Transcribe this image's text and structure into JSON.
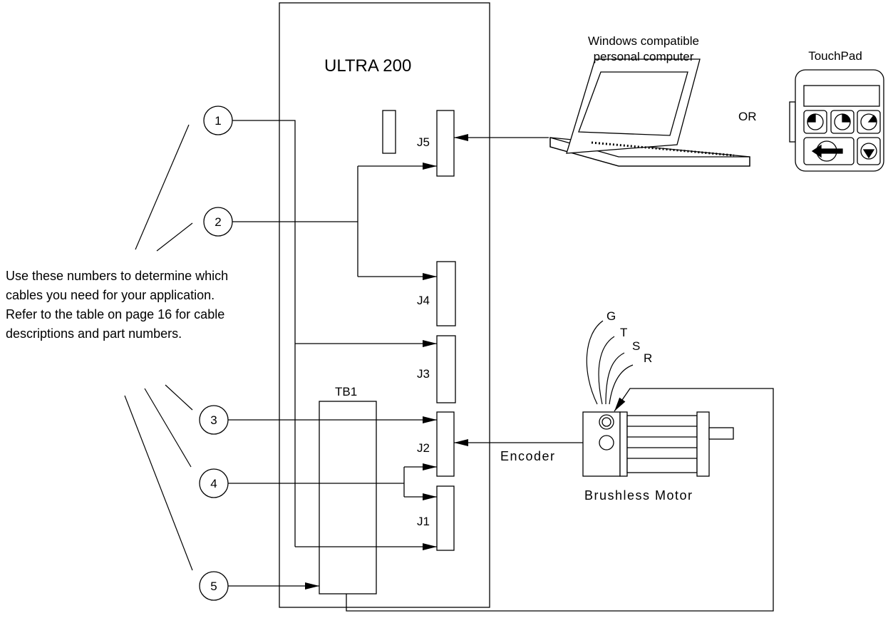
{
  "diagram": {
    "drive_title": "ULTRA 200",
    "pc_label_line1": "Windows compatible",
    "pc_label_line2": "personal computer",
    "or_label": "OR",
    "touchpad_label": "TouchPad",
    "connectors": {
      "j1": "J1",
      "j2": "J2",
      "j3": "J3",
      "j4": "J4",
      "j5": "J5",
      "tb1": "TB1"
    },
    "callouts": [
      "1",
      "2",
      "3",
      "4",
      "5"
    ],
    "note": "Use these numbers to determine which cables you need for your application.  Refer to the table on page 16 for cable descriptions and part numbers.",
    "encoder_label": "Encoder",
    "motor_label": "Brushless Motor",
    "phase_labels": {
      "g": "G",
      "t": "T",
      "s": "S",
      "r": "R"
    }
  }
}
